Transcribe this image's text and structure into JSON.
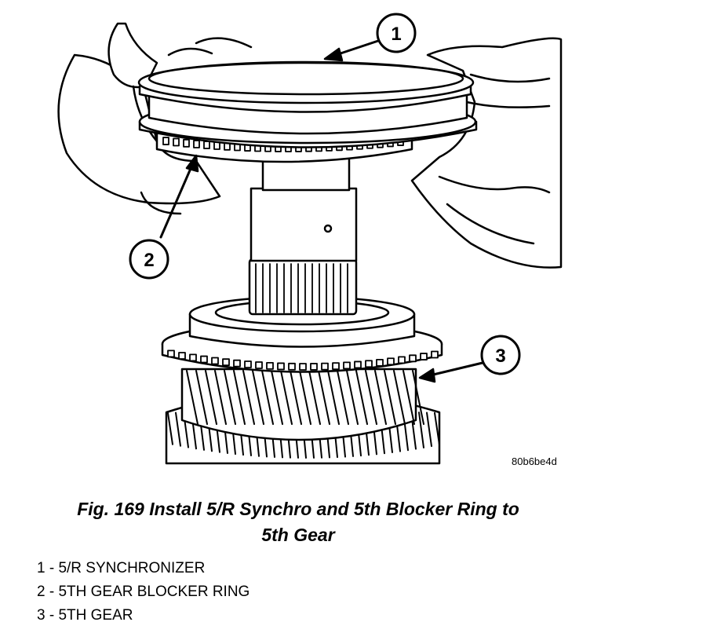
{
  "figure": {
    "id": "80b6be4d",
    "caption_line1": "Fig. 169 Install 5/R Synchro and 5th Blocker Ring to",
    "caption_line2": "5th Gear"
  },
  "callouts": [
    {
      "number": "1"
    },
    {
      "number": "2"
    },
    {
      "number": "3"
    }
  ],
  "legend": [
    "1 - 5/R SYNCHRONIZER",
    "2 - 5TH GEAR BLOCKER RING",
    "3 - 5TH GEAR"
  ]
}
